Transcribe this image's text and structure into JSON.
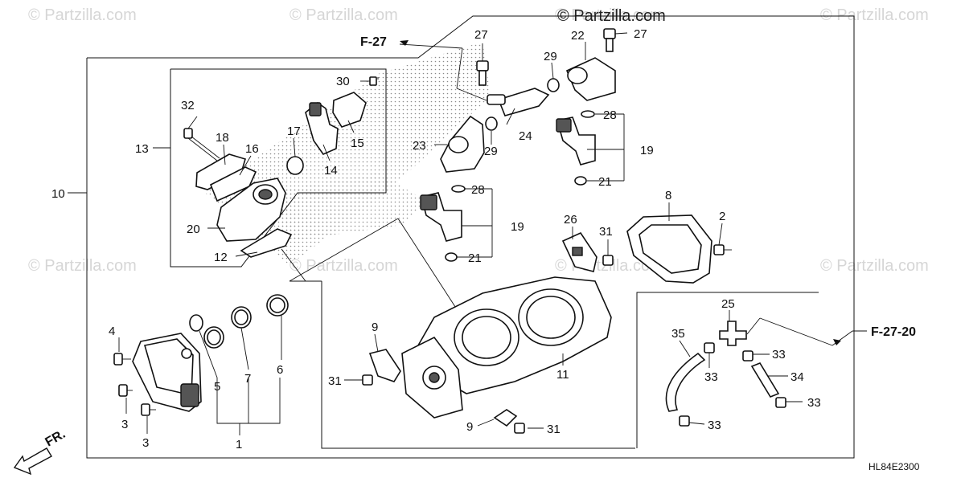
{
  "watermarks": [
    "© Partzilla.com",
    "© Partzilla.com",
    "© Partzilla.com",
    "© Partzilla.com",
    "© Partzilla.com",
    "© Partzilla.com",
    "© Partzilla.com",
    "© Partzilla.com"
  ],
  "brand_watermark": "© Partzilla.com",
  "diagram_code": "HL84E2300",
  "front_label": "FR.",
  "refs": {
    "f27": "F-27",
    "f2720": "F-27-20"
  },
  "callouts": {
    "c1": "1",
    "c2": "2",
    "c3a": "3",
    "c3b": "3",
    "c4": "4",
    "c5": "5",
    "c6": "6",
    "c7": "7",
    "c8": "8",
    "c9a": "9",
    "c9b": "9",
    "c10": "10",
    "c11": "11",
    "c12": "12",
    "c13": "13",
    "c14": "14",
    "c15": "15",
    "c16": "16",
    "c17": "17",
    "c18": "18",
    "c19a": "19",
    "c19b": "19",
    "c20": "20",
    "c21a": "21",
    "c21b": "21",
    "c22": "22",
    "c23": "23",
    "c24": "24",
    "c25": "25",
    "c26": "26",
    "c27a": "27",
    "c27b": "27",
    "c28a": "28",
    "c28b": "28",
    "c29a": "29",
    "c29b": "29",
    "c30": "30",
    "c31a": "31",
    "c31b": "31",
    "c31c": "31",
    "c32": "32",
    "c33a": "33",
    "c33b": "33",
    "c33c": "33",
    "c33d": "33",
    "c34": "34",
    "c35": "35"
  }
}
